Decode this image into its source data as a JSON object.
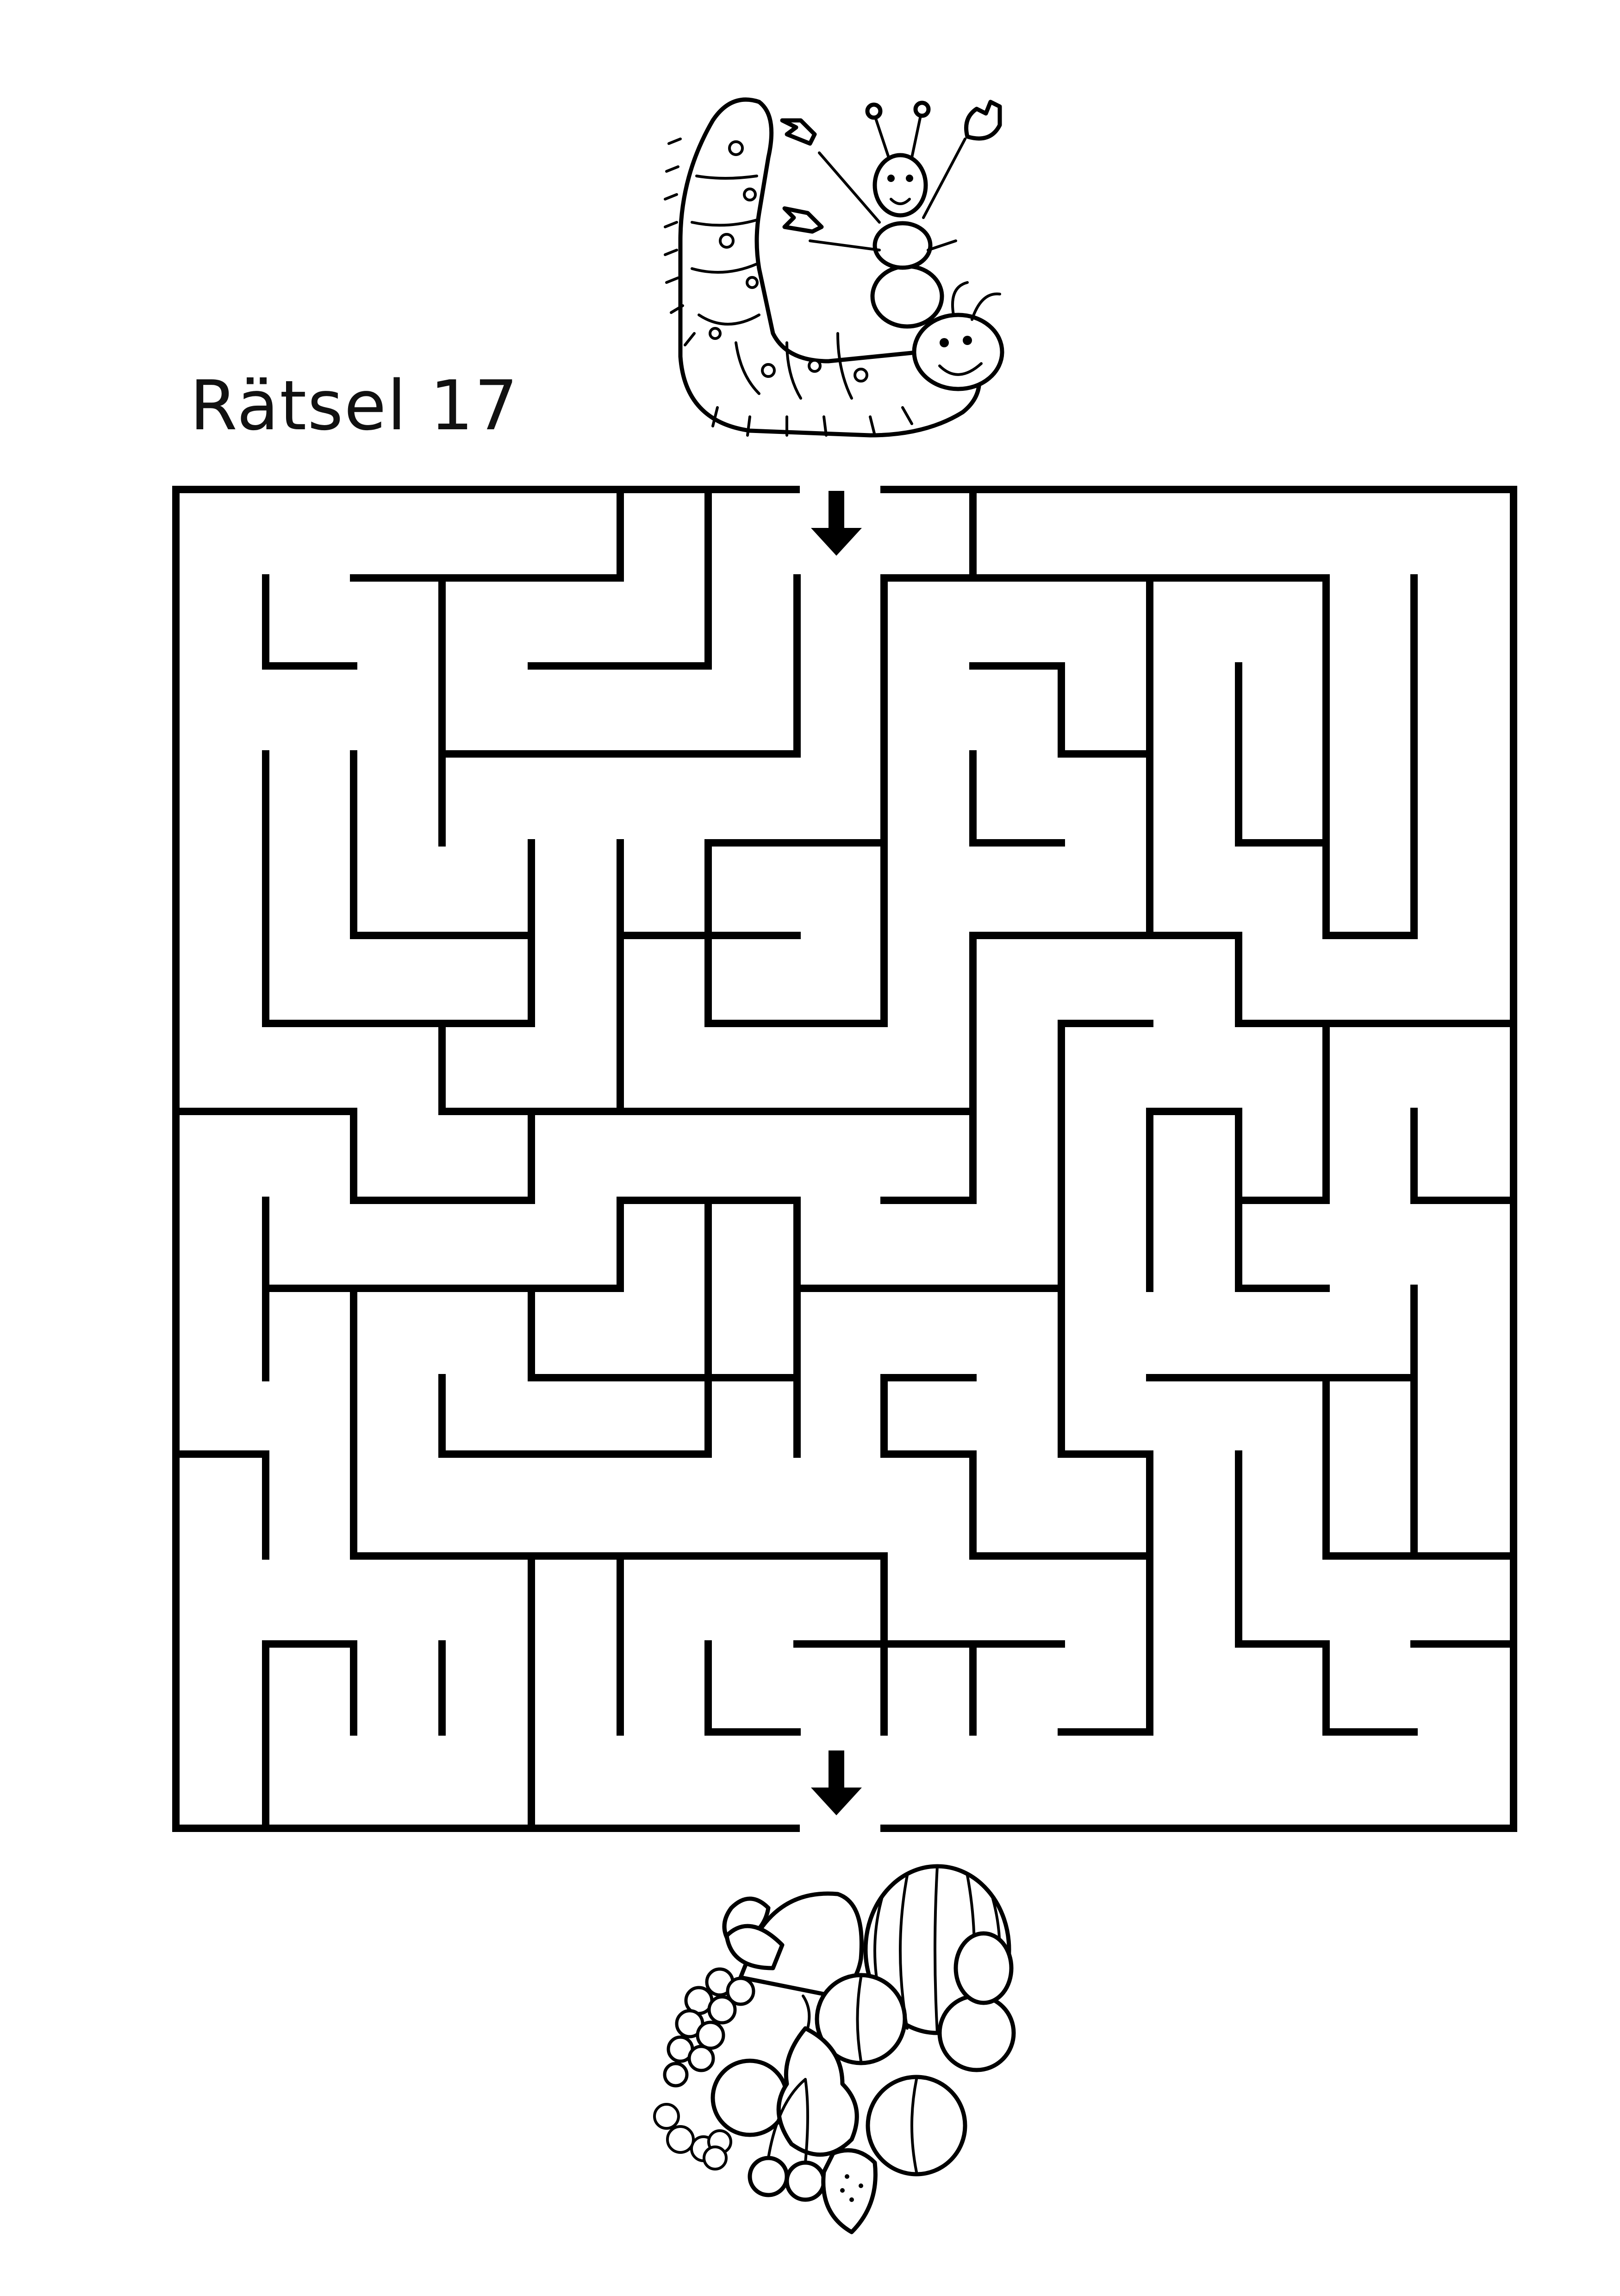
{
  "title": "Rätsel 17",
  "grid": {
    "cols": 15,
    "rows": 15
  },
  "entrance": {
    "col": 7
  },
  "exit": {
    "col": 7
  },
  "colors": {
    "ink": "#000000",
    "background": "#ffffff"
  },
  "illustrations": {
    "top": "caterpillar-and-ant-cartoon",
    "bottom": "fruit-basket-illustration"
  },
  "icons": {
    "start": "arrow-down-icon",
    "finish": "arrow-down-icon"
  }
}
